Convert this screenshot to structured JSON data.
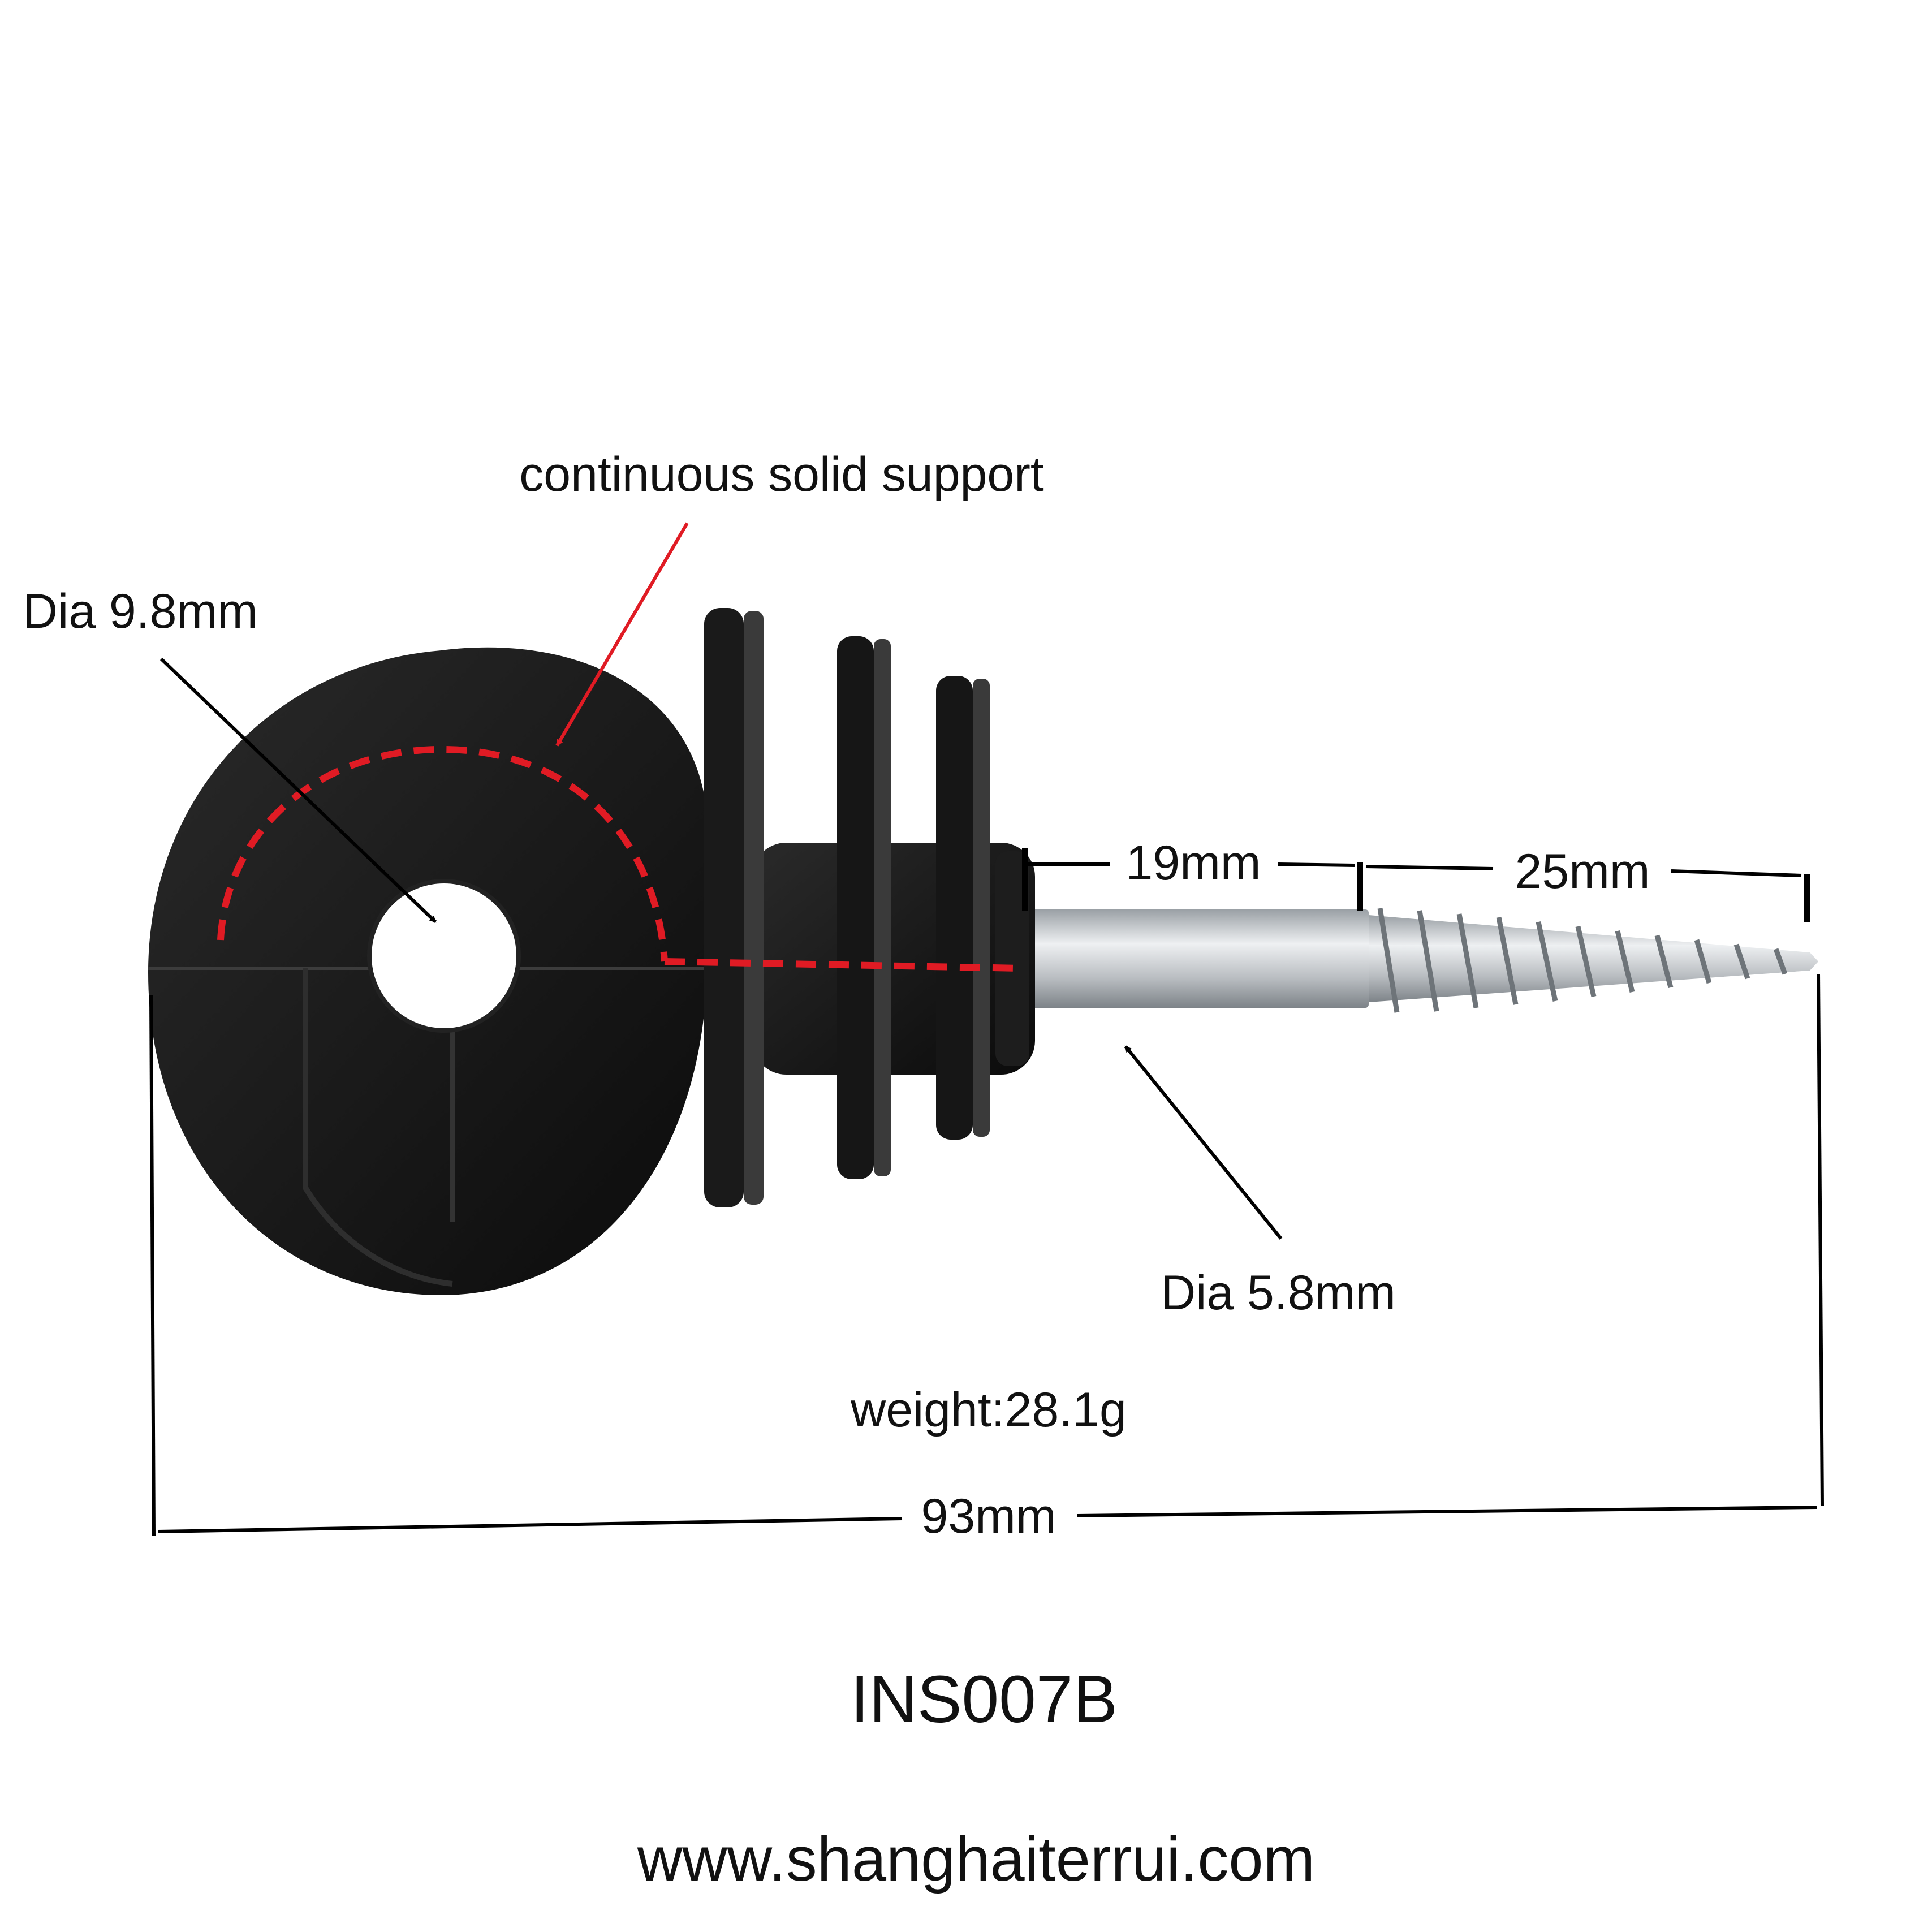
{
  "labels": {
    "support": "continuous solid support",
    "hole_dia": "Dia 9.8mm",
    "shank_len": "19mm",
    "thread_len": "25mm",
    "screw_dia": "Dia 5.8mm",
    "weight": "weight:28.1g",
    "total_len": "93mm",
    "model": "INS007B",
    "website": "www.shanghaiterrui.com"
  },
  "colors": {
    "insulator": "#141414",
    "metal": "#c6c9cc",
    "support_line": "#e01b24",
    "annotation_line": "#000000"
  }
}
